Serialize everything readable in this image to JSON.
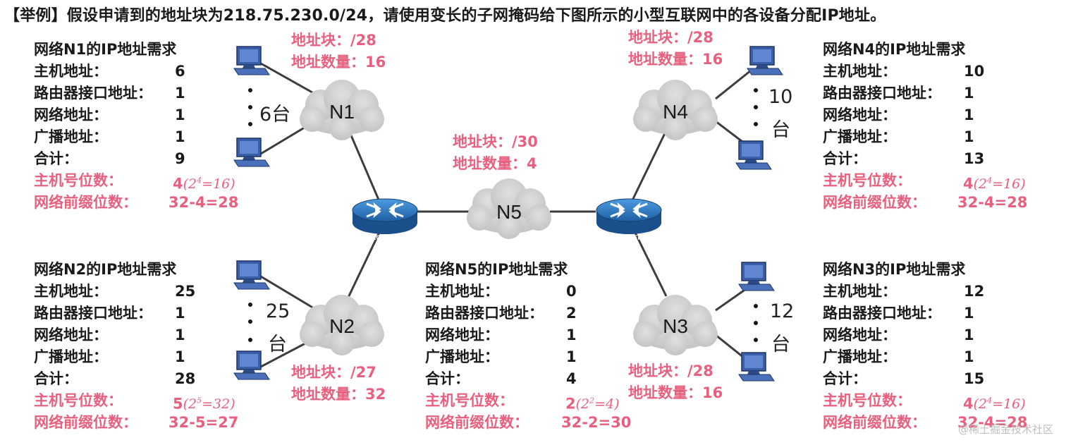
{
  "title": "【举例】假设申请到的地址块为218.75.230.0/24，请使用变长的子网掩码给下图所示的小型互联网中的各设备分配IP地址。",
  "labels": {
    "host_addr": "主机地址：",
    "router_if": "路由器接口地址：",
    "net_addr": "网络地址：",
    "bcast_addr": "广播地址：",
    "total": "合计：",
    "host_bits": "主机号位数：",
    "prefix_bits": "网络前缀位数：",
    "block": "地址块：",
    "count": "地址数量："
  },
  "networks": {
    "n1": {
      "name": "N1",
      "heading": "网络N1的IP地址需求",
      "hosts": "6",
      "router": "1",
      "net": "1",
      "bcast": "1",
      "total": "9",
      "host_bits": "4",
      "pow_base": "(2",
      "pow_exp": "4",
      "pow_val": "=16)",
      "prefix": "32-4=28",
      "block": "/28",
      "count": "16",
      "pc_count": "6台"
    },
    "n2": {
      "name": "N2",
      "heading": "网络N2的IP地址需求",
      "hosts": "25",
      "router": "1",
      "net": "1",
      "bcast": "1",
      "total": "28",
      "host_bits": "5",
      "pow_base": "(2",
      "pow_exp": "5",
      "pow_val": "=32)",
      "prefix": "32-5=27",
      "block": "/27",
      "count": "32",
      "pc_count_1": "25",
      "pc_count_2": "台"
    },
    "n3": {
      "name": "N3",
      "heading": "网络N3的IP地址需求",
      "hosts": "12",
      "router": "1",
      "net": "1",
      "bcast": "1",
      "total": "15",
      "host_bits": "4",
      "pow_base": "(2",
      "pow_exp": "4",
      "pow_val": "=16)",
      "prefix": "32-4=28",
      "block": "/28",
      "count": "16",
      "pc_count_1": "12",
      "pc_count_2": "台"
    },
    "n4": {
      "name": "N4",
      "heading": "网络N4的IP地址需求",
      "hosts": "10",
      "router": "1",
      "net": "1",
      "bcast": "1",
      "total": "13",
      "host_bits": "4",
      "pow_base": "(2",
      "pow_exp": "4",
      "pow_val": "=16)",
      "prefix": "32-4=28",
      "block": "/28",
      "count": "16",
      "pc_count_1": "10",
      "pc_count_2": "台"
    },
    "n5": {
      "name": "N5",
      "heading": "网络N5的IP地址需求",
      "hosts": "0",
      "router": "2",
      "net": "1",
      "bcast": "1",
      "total": "4",
      "host_bits": "2",
      "pow_base": "(2",
      "pow_exp": "2",
      "pow_val": "=4)",
      "prefix": "32-2=30",
      "block": "/30",
      "count": "4"
    }
  },
  "router_label": "ROUTER",
  "watermark": "@稀土掘金技术社区",
  "colors": {
    "accent": "#e8607e",
    "router": "#2a6fb3",
    "cloud": "#cfcfcf",
    "pc": "#3a5fa8"
  }
}
